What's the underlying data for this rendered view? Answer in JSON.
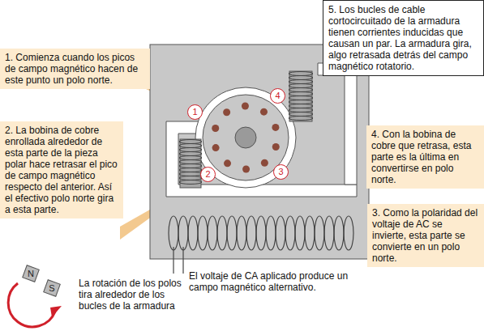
{
  "diagram": {
    "nodes": [
      {
        "text": [
          "1. Comienza cuando los picos de campo magnético hacen de este punto un polo norte."
        ]
      },
      {
        "text": [
          "2. La bobina de cobre enrollada alrededor de esta parte de la pieza polar hace retrasar el pico de campo magnético respecto del anterior. Así el efectivo polo norte gira a esta parte."
        ]
      },
      {
        "text": [
          "3. Como la polaridad del voltaje de AC se invierte, esta parte se convierte en un polo norte."
        ]
      },
      {
        "text": [
          "4. Con la bobina de cobre que retrasa, esta parte es la última en convertirse en polo norte."
        ]
      },
      {
        "text": [
          "5. Los bucles de cable cortocircuitado de la armadura tienen corrientes inducidas que causan un par. La armadura gira, algo retrasada detrás del campo magnético rotatorio."
        ]
      }
    ],
    "labels": [
      "1",
      "2",
      "3",
      "4",
      "N",
      "S",
      "El voltaje de CA aplicado produce un campo magnético alternativo.",
      "La rotación de los polos tira alrededor de los bucles de la armadura"
    ]
  }
}
